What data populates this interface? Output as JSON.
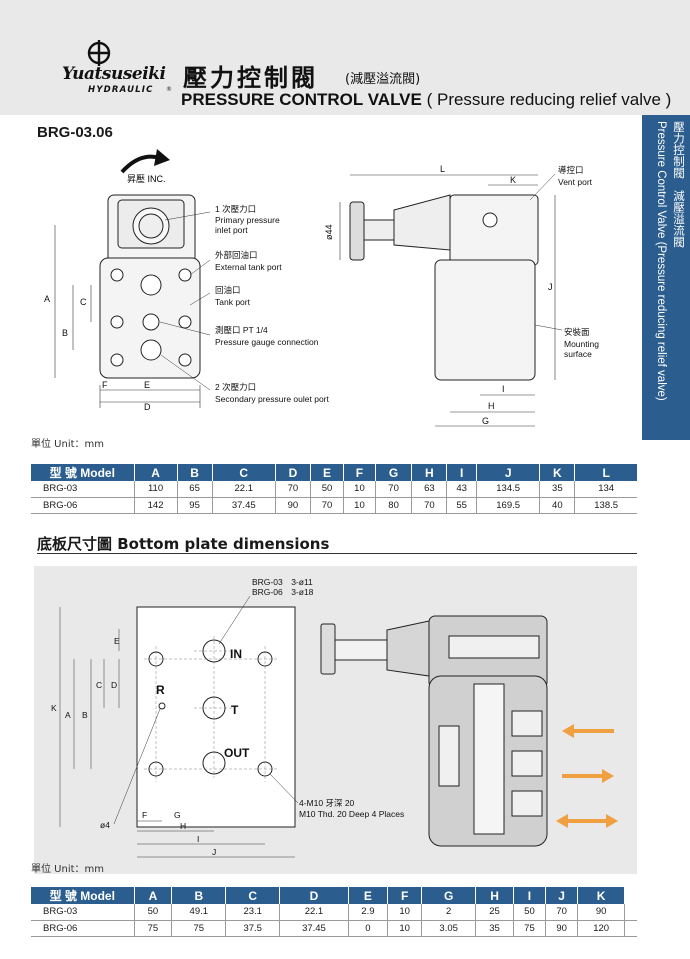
{
  "header": {
    "brand": "Yuatsuseiki",
    "brand_sub": "HYDRAULIC",
    "brand_reg": "®",
    "title_cn": "壓力控制閥",
    "title_cn_sub": "(減壓溢流閥)",
    "title_en_bold": "PRESSURE CONTROL VALVE",
    "title_en_rest": " ( Pressure reducing relief valve )"
  },
  "side_tab": {
    "line1": "壓力控制閥　減壓溢流閥",
    "line2": "Pressure Control Valve (Pressure reducing relief valve)"
  },
  "model_label": "BRG-03.06",
  "drawing1": {
    "inc_label": "昇壓 INC.",
    "callouts": [
      {
        "cn": "1 次壓力口",
        "en1": "Primary pressure",
        "en2": "inlet port"
      },
      {
        "cn": "外部回油口",
        "en1": "External tank port",
        "en2": ""
      },
      {
        "cn": "回油口",
        "en1": "Tank port",
        "en2": ""
      },
      {
        "cn": "測壓口  PT 1/4",
        "en1": "Pressure gauge connection",
        "en2": ""
      },
      {
        "cn": "2 次壓力口",
        "en1": "Secondary pressure oulet port",
        "en2": ""
      }
    ],
    "vent_cn": "導控口",
    "vent_en": "Vent port",
    "mount_cn": "安裝面",
    "mount_en1": "Mounting",
    "mount_en2": "surface",
    "dims": {
      "A": "A",
      "B": "B",
      "C": "C",
      "D": "D",
      "E": "E",
      "F": "F",
      "G": "G",
      "H": "H",
      "I": "I",
      "J": "J",
      "K": "K",
      "L": "L",
      "phi44": "ø44"
    }
  },
  "unit_note": "單位 Unit：mm",
  "table1": {
    "headers": [
      "型  號 Model",
      "A",
      "B",
      "C",
      "D",
      "E",
      "F",
      "G",
      "H",
      "I",
      "J",
      "K",
      "L"
    ],
    "rows": [
      [
        "BRG-03",
        "110",
        "65",
        "22.1",
        "70",
        "50",
        "10",
        "70",
        "63",
        "43",
        "134.5",
        "35",
        "134"
      ],
      [
        "BRG-06",
        "142",
        "95",
        "37.45",
        "90",
        "70",
        "10",
        "80",
        "70",
        "55",
        "169.5",
        "40",
        "138.5"
      ]
    ]
  },
  "section2_title": "底板尺寸圖  Bottom plate dimensions",
  "drawing2": {
    "holes_1": "BRG-03　3-ø11",
    "holes_2": "BRG-06　3-ø18",
    "port_in": "IN",
    "port_r": "R",
    "port_t": "T",
    "port_out": "OUT",
    "thread_1": "4-M10 牙深 20",
    "thread_2": "M10 Thd. 20 Deep 4 Places",
    "phi4": "ø4",
    "dims": {
      "A": "A",
      "B": "B",
      "C": "C",
      "D": "D",
      "E": "E",
      "F": "F",
      "G": "G",
      "H": "H",
      "I": "I",
      "J": "J",
      "K": "K"
    }
  },
  "unit_note2": "單位 Unit：mm",
  "table2": {
    "headers": [
      "型  號 Model",
      "A",
      "B",
      "C",
      "D",
      "E",
      "F",
      "G",
      "H",
      "I",
      "J",
      "K"
    ],
    "rows": [
      [
        "BRG-03",
        "50",
        "49.1",
        "23.1",
        "22.1",
        "2.9",
        "10",
        "2",
        "25",
        "50",
        "70",
        "90"
      ],
      [
        "BRG-06",
        "75",
        "75",
        "37.5",
        "37.45",
        "0",
        "10",
        "3.05",
        "35",
        "75",
        "90",
        "120"
      ]
    ]
  },
  "colors": {
    "header_bg": "#e9e9e9",
    "accent_blue": "#2b5e8e",
    "arrow_orange": "#f0a040"
  }
}
